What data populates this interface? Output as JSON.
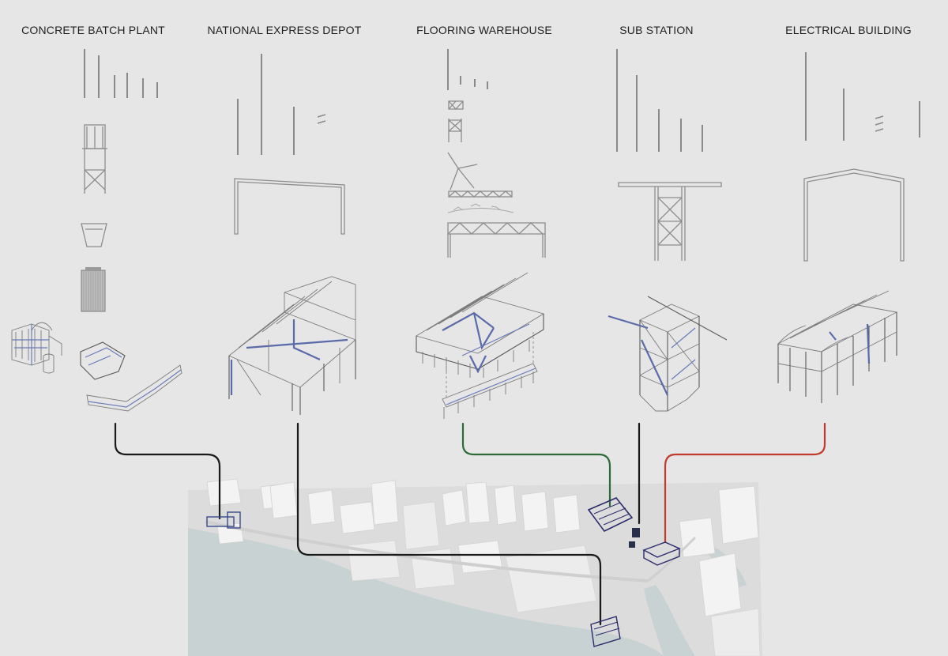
{
  "diagram": {
    "titles": [
      "CONCRETE BATCH PLANT",
      "NATIONAL EXPRESS DEPOT",
      "FLOORING WAREHOUSE",
      "SUB STATION",
      "ELECTRICAL BUILDING"
    ],
    "connector_colors": {
      "concrete_batch_plant": "#1a1a1a",
      "national_express_depot": "#1a1a1a",
      "flooring_warehouse": "#2d6a3a",
      "sub_station": "#1a1a1a",
      "electrical_building": "#c23a2a"
    },
    "colors": {
      "background": "#e6e6e6",
      "highlight_members": "#5b6aa8",
      "water": "#c9d2d2"
    },
    "icons": [
      "steel-member-icon",
      "portal-frame-icon",
      "truss-icon",
      "isometric-frame-icon",
      "site-map-icon"
    ]
  }
}
